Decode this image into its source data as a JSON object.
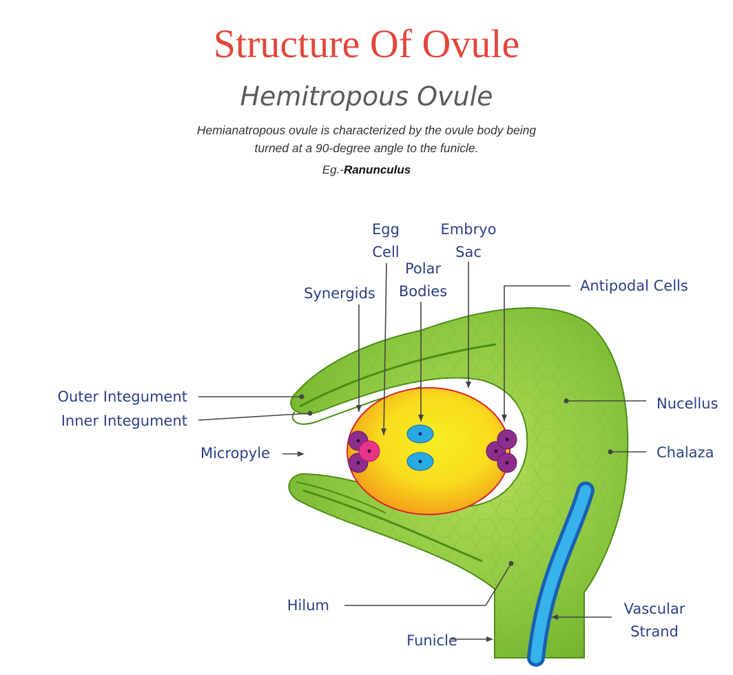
{
  "title": "Structure Of Ovule",
  "subtitle": "Hemitropous Ovule",
  "description_line1": "Hemianatropous ovule is characterized by the ovule body being",
  "description_line2": "turned at a 90-degree angle to the funicle.",
  "example_prefix": "Eg.-",
  "example_name": "Ranunculus",
  "labels": {
    "egg_cell_1": "Egg",
    "egg_cell_2": "Cell",
    "embryo_sac_1": "Embryo",
    "embryo_sac_2": "Sac",
    "polar_bodies_1": "Polar",
    "polar_bodies_2": "Bodies",
    "synergids": "Synergids",
    "antipodal_cells": "Antipodal Cells",
    "outer_integument": "Outer Integument",
    "inner_integument": "Inner Integument",
    "micropyle": "Micropyle",
    "nucellus": "Nucellus",
    "chalaza": "Chalaza",
    "hilum": "Hilum",
    "funicle": "Funicle",
    "vascular_strand_1": "Vascular",
    "vascular_strand_2": "Strand"
  },
  "colors": {
    "title": "#e2473c",
    "label_text": "#2a3f85",
    "tissue_green": "#8cc63f",
    "tissue_dark": "#5a9a1f",
    "embryo_sac_yellow": "#f7e51d",
    "embryo_sac_orange": "#f6a21b",
    "embryo_sac_outline": "#d8232a",
    "polar_nucleus_blue": "#29a9e1",
    "cell_purple": "#8e2d8e",
    "egg_cell_pink": "#e8338a",
    "vascular_blue": "#36b3ea",
    "vascular_dark": "#1b5fb3"
  }
}
